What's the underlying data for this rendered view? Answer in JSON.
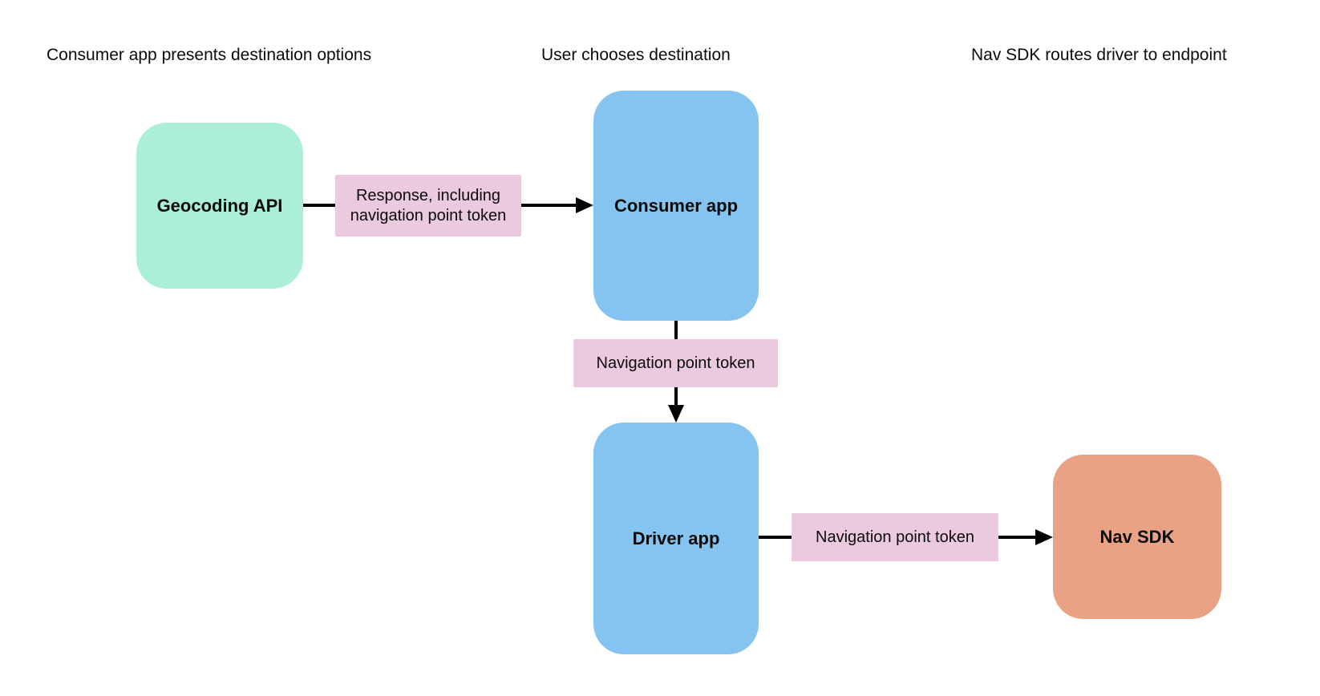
{
  "page": {
    "background": "#ffffff",
    "text_color": "#0b0b0b"
  },
  "columns": [
    {
      "title": "Consumer app presents destination options"
    },
    {
      "title": "User chooses destination"
    },
    {
      "title": "Nav SDK routes driver to endpoint"
    }
  ],
  "nodes": {
    "geocoding": {
      "label": "Geocoding API",
      "fill": "#abf0d6"
    },
    "consumer": {
      "label": "Consumer app",
      "fill": "#85c3f0"
    },
    "driver": {
      "label": "Driver app",
      "fill": "#85c3f0"
    },
    "navsdk": {
      "label": "Nav SDK",
      "fill": "#e9a284"
    }
  },
  "edges": {
    "geocoding_to_consumer": {
      "label": "Response, including navigation point token",
      "direction": "right"
    },
    "consumer_to_driver": {
      "label": "Navigation point token",
      "direction": "down"
    },
    "driver_to_navsdk": {
      "label": "Navigation point token",
      "direction": "right"
    }
  },
  "colors": {
    "edge_label_bg": "#ebc9de",
    "edge_line": "#000000",
    "node_green": "#abf0d6",
    "node_blue": "#85c3f0",
    "node_salmon": "#e9a284"
  }
}
